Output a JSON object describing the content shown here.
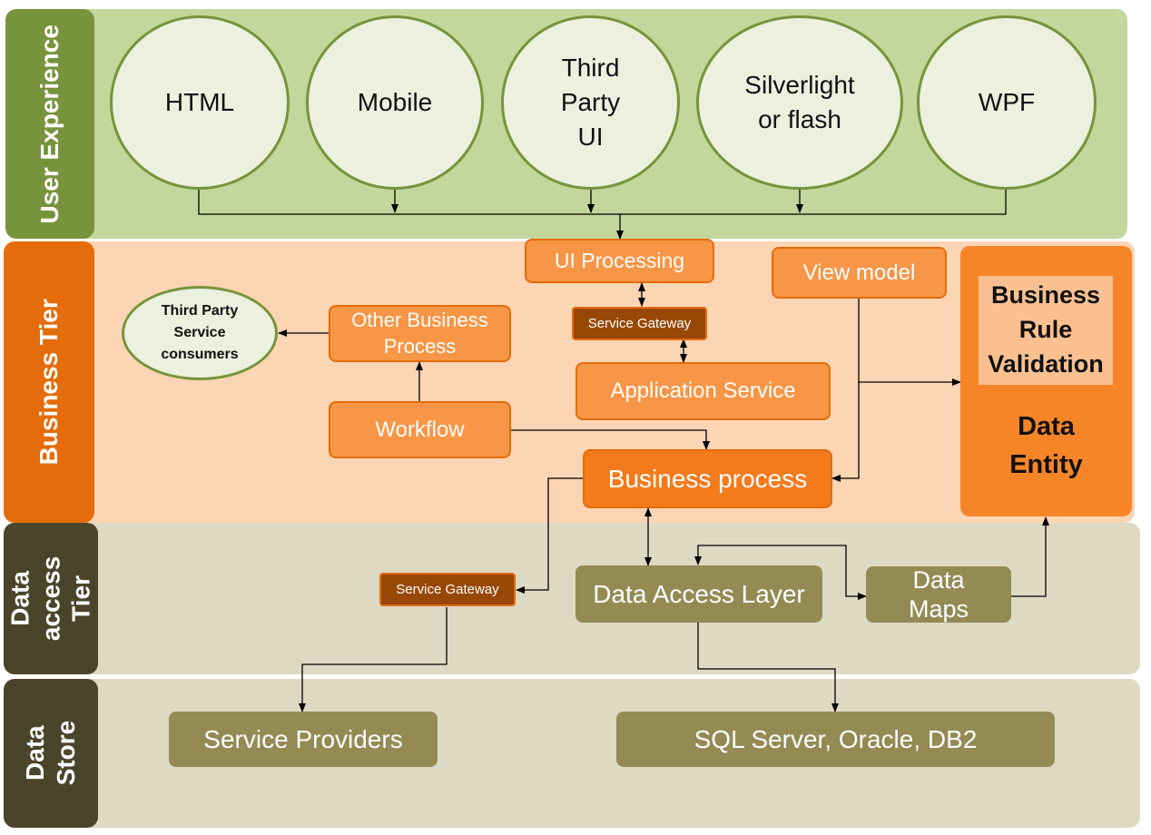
{
  "colors": {
    "ux_dark": "#77933c",
    "ux_light": "#c3d69b",
    "ux_circle": "#ebf1de",
    "biz_dark": "#e46c0a",
    "biz_light": "#fcd5b5",
    "biz_box": "#f79646",
    "gateway": "#974806",
    "data_dark": "#4a452a",
    "data_light": "#ddd9c3",
    "olive_box": "#948a54",
    "rule_box": "#fac090"
  },
  "tiers": {
    "user_experience": "User Experience",
    "business": "Business Tier",
    "data_access": "Data access\nTier",
    "data_store": "Data\nStore"
  },
  "clients": {
    "html": "HTML",
    "mobile": "Mobile",
    "third_party_ui": "Third\nParty\nUI",
    "silverlight": "Silverlight\nor flash",
    "wpf": "WPF"
  },
  "business": {
    "third_party_consumers": "Third Party\nService\nconsumers",
    "other_business_process": "Other Business\nProcess",
    "workflow": "Workflow",
    "ui_processing": "UI Processing",
    "service_gateway_top": "Service Gateway",
    "application_service": "Application Service",
    "view_model": "View model",
    "business_process": "Business process",
    "business_rule_validation": "Business\nRule\nValidation",
    "data_entity": "Data\nEntity"
  },
  "data_access": {
    "service_gateway": "Service Gateway",
    "data_access_layer": "Data Access Layer",
    "data_maps": "Data\nMaps"
  },
  "data_store": {
    "service_providers": "Service Providers",
    "sql_server": "SQL Server, Oracle, DB2"
  }
}
